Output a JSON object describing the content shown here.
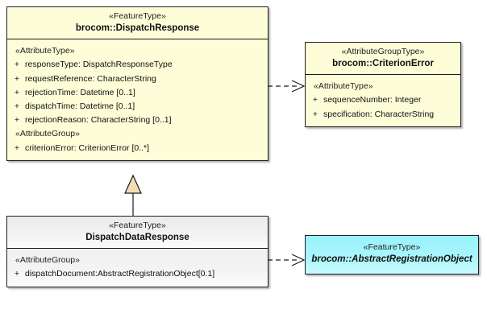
{
  "diagram": {
    "type": "uml-class-diagram",
    "background": "#ffffff",
    "colors": {
      "feature_type_fill": "#fdfdd8",
      "attribute_group_type_fill": "#fdfdd8",
      "subtype_fill": "#f4f4f4",
      "abstract_fill": "#a8f4fb",
      "border": "#1f1f1f",
      "generalization_fill": "#f5ddb3",
      "connector_line": "#1a1a1a"
    }
  },
  "classes": {
    "dispatch_response": {
      "stereotype": "«FeatureType»",
      "name": "brocom::DispatchResponse",
      "abstract": false,
      "compartments": [
        {
          "group": "«AttributeType»",
          "attributes": [
            {
              "visibility": "+",
              "text": "responseType: DispatchResponseType"
            },
            {
              "visibility": "+",
              "text": "requestReference: CharacterString"
            },
            {
              "visibility": "+",
              "text": "rejectionTime: Datetime [0..1]"
            },
            {
              "visibility": "+",
              "text": "dispatchTime: Datetime [0..1]"
            },
            {
              "visibility": "+",
              "text": "rejectionReason: CharacterString [0..1]"
            }
          ]
        },
        {
          "group": "«AttributeGroup»",
          "attributes": [
            {
              "visibility": "+",
              "text": "criterionError: CriterionError [0..*]"
            }
          ]
        }
      ]
    },
    "criterion_error": {
      "stereotype": "«AttributeGroupType»",
      "name": "brocom::CriterionError",
      "abstract": false,
      "compartments": [
        {
          "group": "«AttributeType»",
          "attributes": [
            {
              "visibility": "+",
              "text": "sequenceNumber: Integer"
            },
            {
              "visibility": "+",
              "text": "specification: CharacterString"
            }
          ]
        }
      ]
    },
    "dispatch_data_response": {
      "stereotype": "«FeatureType»",
      "name": "DispatchDataResponse",
      "abstract": false,
      "compartments": [
        {
          "group": "«AttributeGroup»",
          "attributes": [
            {
              "visibility": "+",
              "text": "dispatchDocument:AbstractRegistrationObject[0.1]"
            }
          ]
        }
      ]
    },
    "abstract_registration_object": {
      "stereotype": "«FeatureType»",
      "name": "brocom::AbstractRegistrationObject",
      "abstract": true,
      "compartments": []
    }
  },
  "relationships": [
    {
      "kind": "dependency",
      "from": "dispatch_response",
      "to": "criterion_error",
      "line_style": "dashed",
      "arrow": "open"
    },
    {
      "kind": "generalization",
      "from": "dispatch_data_response",
      "to": "dispatch_response",
      "line_style": "solid",
      "arrow": "hollow-triangle"
    },
    {
      "kind": "dependency",
      "from": "dispatch_data_response",
      "to": "abstract_registration_object",
      "line_style": "dashed",
      "arrow": "open"
    }
  ]
}
